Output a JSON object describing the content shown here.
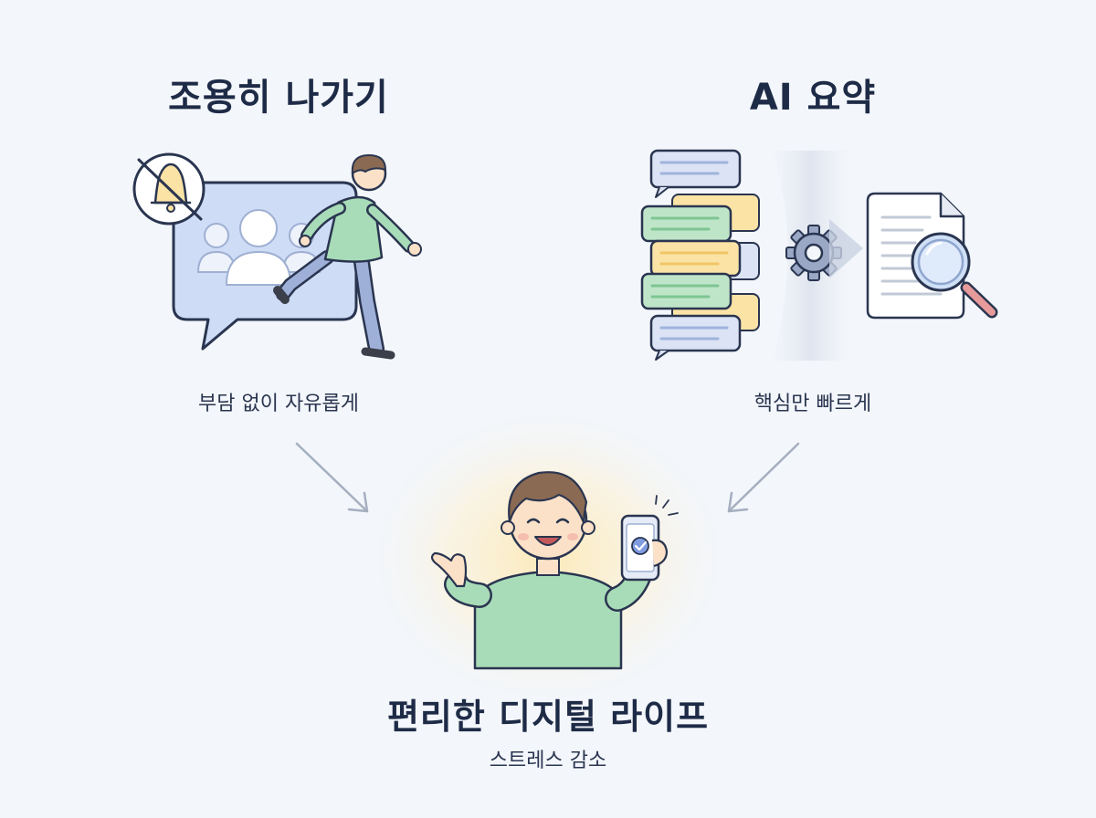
{
  "left": {
    "title": "조용히 나가기",
    "caption": "부담 없이 자유롭게"
  },
  "right": {
    "title": "AI 요약",
    "caption": "핵심만 빠르게"
  },
  "center": {
    "title": "편리한 디지털 라이프",
    "caption": "스트레스 감소"
  },
  "colors": {
    "background": "#f3f6fa",
    "text": "#1e2b47",
    "chat_blue": "#cfdcf6",
    "shirt_green": "#a8dcb8",
    "note_yellow": "#fbe3a6",
    "glow_yellow": "#fdeec4",
    "arrow_gray": "#a5afc0",
    "magnifier_handle": "#e79a9a"
  },
  "icons": [
    "bell-muted-icon",
    "group-chat-icon",
    "leaving-person-icon",
    "chat-stack-icon",
    "gear-icon",
    "document-icon",
    "magnifier-icon",
    "happy-person-icon",
    "smartphone-check-icon"
  ]
}
